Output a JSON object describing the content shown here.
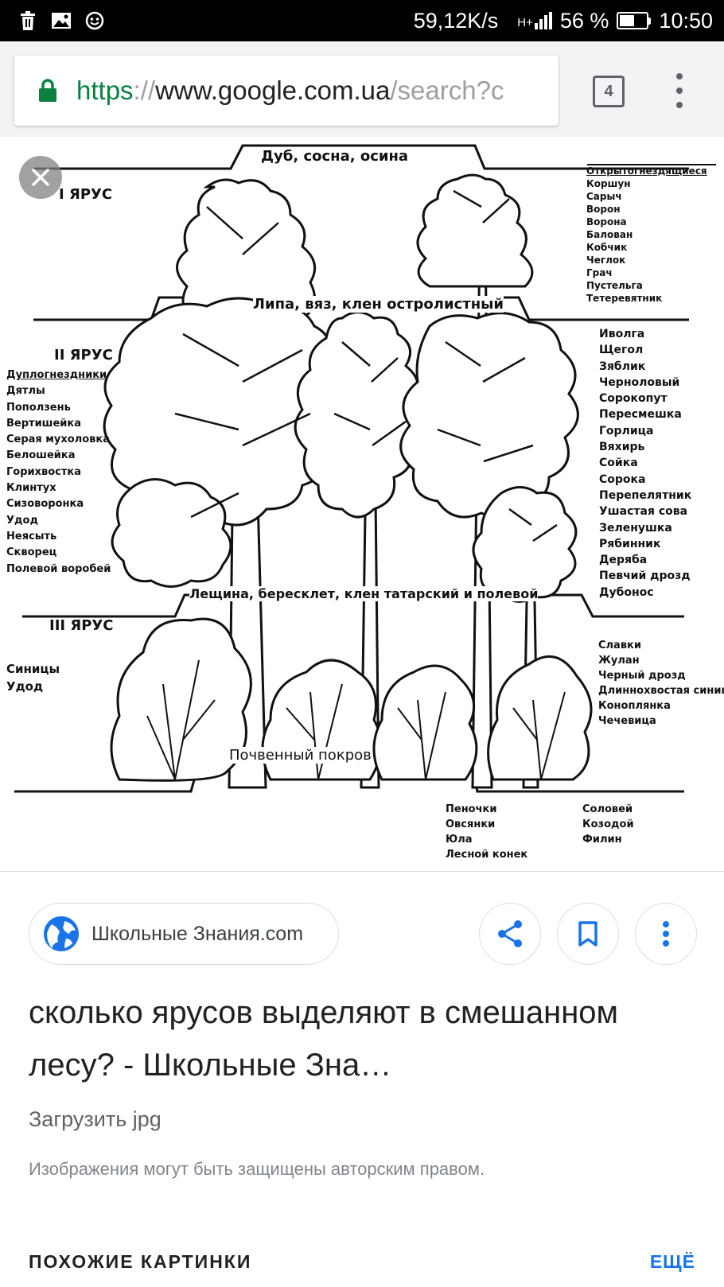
{
  "status_bar": {
    "speed": "59,12K/s",
    "network": "H+",
    "battery_percent": "56 %",
    "battery_level": 0.56,
    "time": "10:50",
    "icons": [
      "trash-icon",
      "image-icon",
      "emoji-icon"
    ]
  },
  "browser": {
    "url_scheme": "https",
    "url_separator": "://",
    "url_host": "www.google.com.ua",
    "url_path": "/search?c",
    "tab_count": "4"
  },
  "diagram": {
    "tier1_label": "I ЯРУС",
    "tier2_label": "II ЯРУС",
    "tier3_label": "III ЯРУС",
    "top_trees": "Дуб, сосна, осина",
    "mid_trees": "Липа, вяз, клен остролистный",
    "low_trees": "Лещина, бересклет, клен татарский и полевой",
    "ground": "Почвенный покров",
    "right_heading": "Открытогнездящиеся",
    "right_top": [
      "Коршун",
      "Сарыч",
      "Ворон",
      "Ворона",
      "Балован",
      "Кобчик",
      "Чеглок",
      "Грач",
      "Пустельга",
      "Тетеревятник"
    ],
    "right_mid": [
      "Иволга",
      "Щегол",
      "Зяблик",
      "Черноловый",
      "Сорокопут",
      "Пересмешка",
      "Горлица",
      "Вяхирь",
      "Сойка",
      "Сорока",
      "Перепелятник",
      "Ушастая сова",
      "Зеленушка",
      "Рябинник",
      "Деряба",
      "Певчий дрозд",
      "Дубонос"
    ],
    "left_heading": "Дуплогнездники",
    "left_mid": [
      "Дятлы",
      "Поползень",
      "Вертишейка",
      "Серая мухоловка",
      "Белошейка",
      "Горихвостка",
      "Клинтух",
      "Сизоворонка",
      "Удод",
      "Неясыть",
      "Скворец",
      "Полевой воробей"
    ],
    "left_low": [
      "Синицы",
      "Удод"
    ],
    "right_low": [
      "Славки",
      "Жулан",
      "Черный дрозд",
      "Длиннохвостая синица",
      "Коноплянка",
      "Чечевица"
    ],
    "ground_left": [
      "Пеночки",
      "Овсянки",
      "Юла",
      "Лесной конек"
    ],
    "ground_right": [
      "Соловей",
      "Козодой",
      "Филин"
    ]
  },
  "result": {
    "source_name": "Школьные Знания.com",
    "title": "сколько ярусов выделяют в смешанном лесу? - Школьные Зна…",
    "download": "Загрузить jpg",
    "copyright": "Изображения могут быть защищены авторским правом.",
    "similar_label": "ПОХОЖИЕ КАРТИНКИ",
    "more_label": "ЕЩЁ"
  }
}
